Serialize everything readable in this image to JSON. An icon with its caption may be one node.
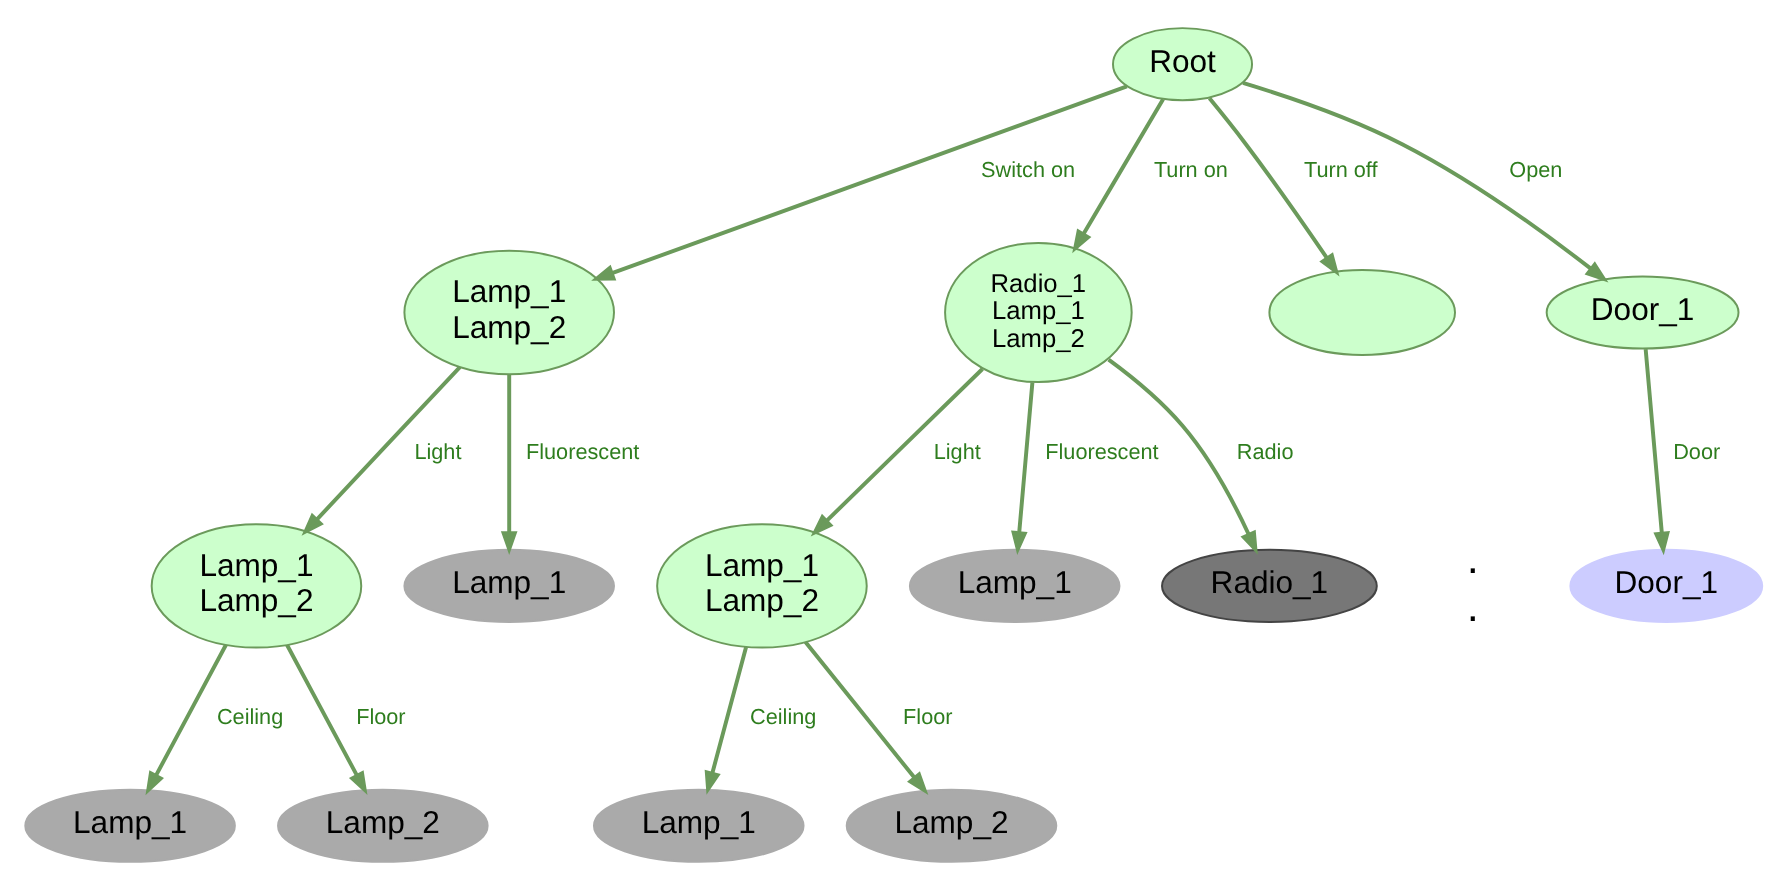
{
  "diagram": {
    "nodes": [
      {
        "text": [
          "Root"
        ]
      },
      {
        "text": [
          "Lamp_1",
          "Lamp_2"
        ]
      },
      {
        "text": [
          "Radio_1",
          "Lamp_1",
          "Lamp_2"
        ]
      },
      {
        "text": [],
        "shape": "ellipse"
      },
      {
        "text": [
          "Door_1"
        ]
      },
      {
        "text": [
          "Lamp_1",
          "Lamp_2"
        ]
      },
      {
        "text": [
          "Lamp_1"
        ]
      },
      {
        "text": [
          "Lamp_1",
          "Lamp_2"
        ]
      },
      {
        "text": [
          "Lamp_1"
        ]
      },
      {
        "text": [
          "Radio_1"
        ]
      },
      {
        "text": [
          "Door_1"
        ]
      },
      {
        "text": [
          "Lamp_1"
        ]
      },
      {
        "text": [
          "Lamp_2"
        ]
      },
      {
        "text": [
          "Lamp_1"
        ]
      },
      {
        "text": [
          "Lamp_2"
        ]
      }
    ],
    "edges": [
      {
        "from": 0,
        "to": 1,
        "arrow": "to",
        "label": "Switch on"
      },
      {
        "from": 0,
        "to": 2,
        "arrow": "to",
        "label": "Turn on"
      },
      {
        "from": 0,
        "to": 3,
        "arrow": "to",
        "label": "Turn off"
      },
      {
        "from": 0,
        "to": 4,
        "arrow": "to",
        "label": "Open"
      },
      {
        "from": 1,
        "to": 5,
        "arrow": "to",
        "label": "Light"
      },
      {
        "from": 1,
        "to": 6,
        "arrow": "to",
        "label": "Fluorescent"
      },
      {
        "from": 2,
        "to": 7,
        "arrow": "to",
        "label": "Light"
      },
      {
        "from": 2,
        "to": 8,
        "arrow": "to",
        "label": "Fluorescent"
      },
      {
        "from": 2,
        "to": 9,
        "arrow": "to",
        "label": "Radio"
      },
      {
        "from": 4,
        "to": 10,
        "arrow": "to",
        "label": "Door"
      },
      {
        "from": 5,
        "to": 11,
        "arrow": "to",
        "label": "Ceiling"
      },
      {
        "from": 5,
        "to": 12,
        "arrow": "to",
        "label": "Floor"
      },
      {
        "from": 7,
        "to": 13,
        "arrow": "to",
        "label": "Ceiling"
      },
      {
        "from": 7,
        "to": 14,
        "arrow": "to",
        "label": "Floor"
      }
    ],
    "labels": [
      ".",
      "."
    ]
  }
}
